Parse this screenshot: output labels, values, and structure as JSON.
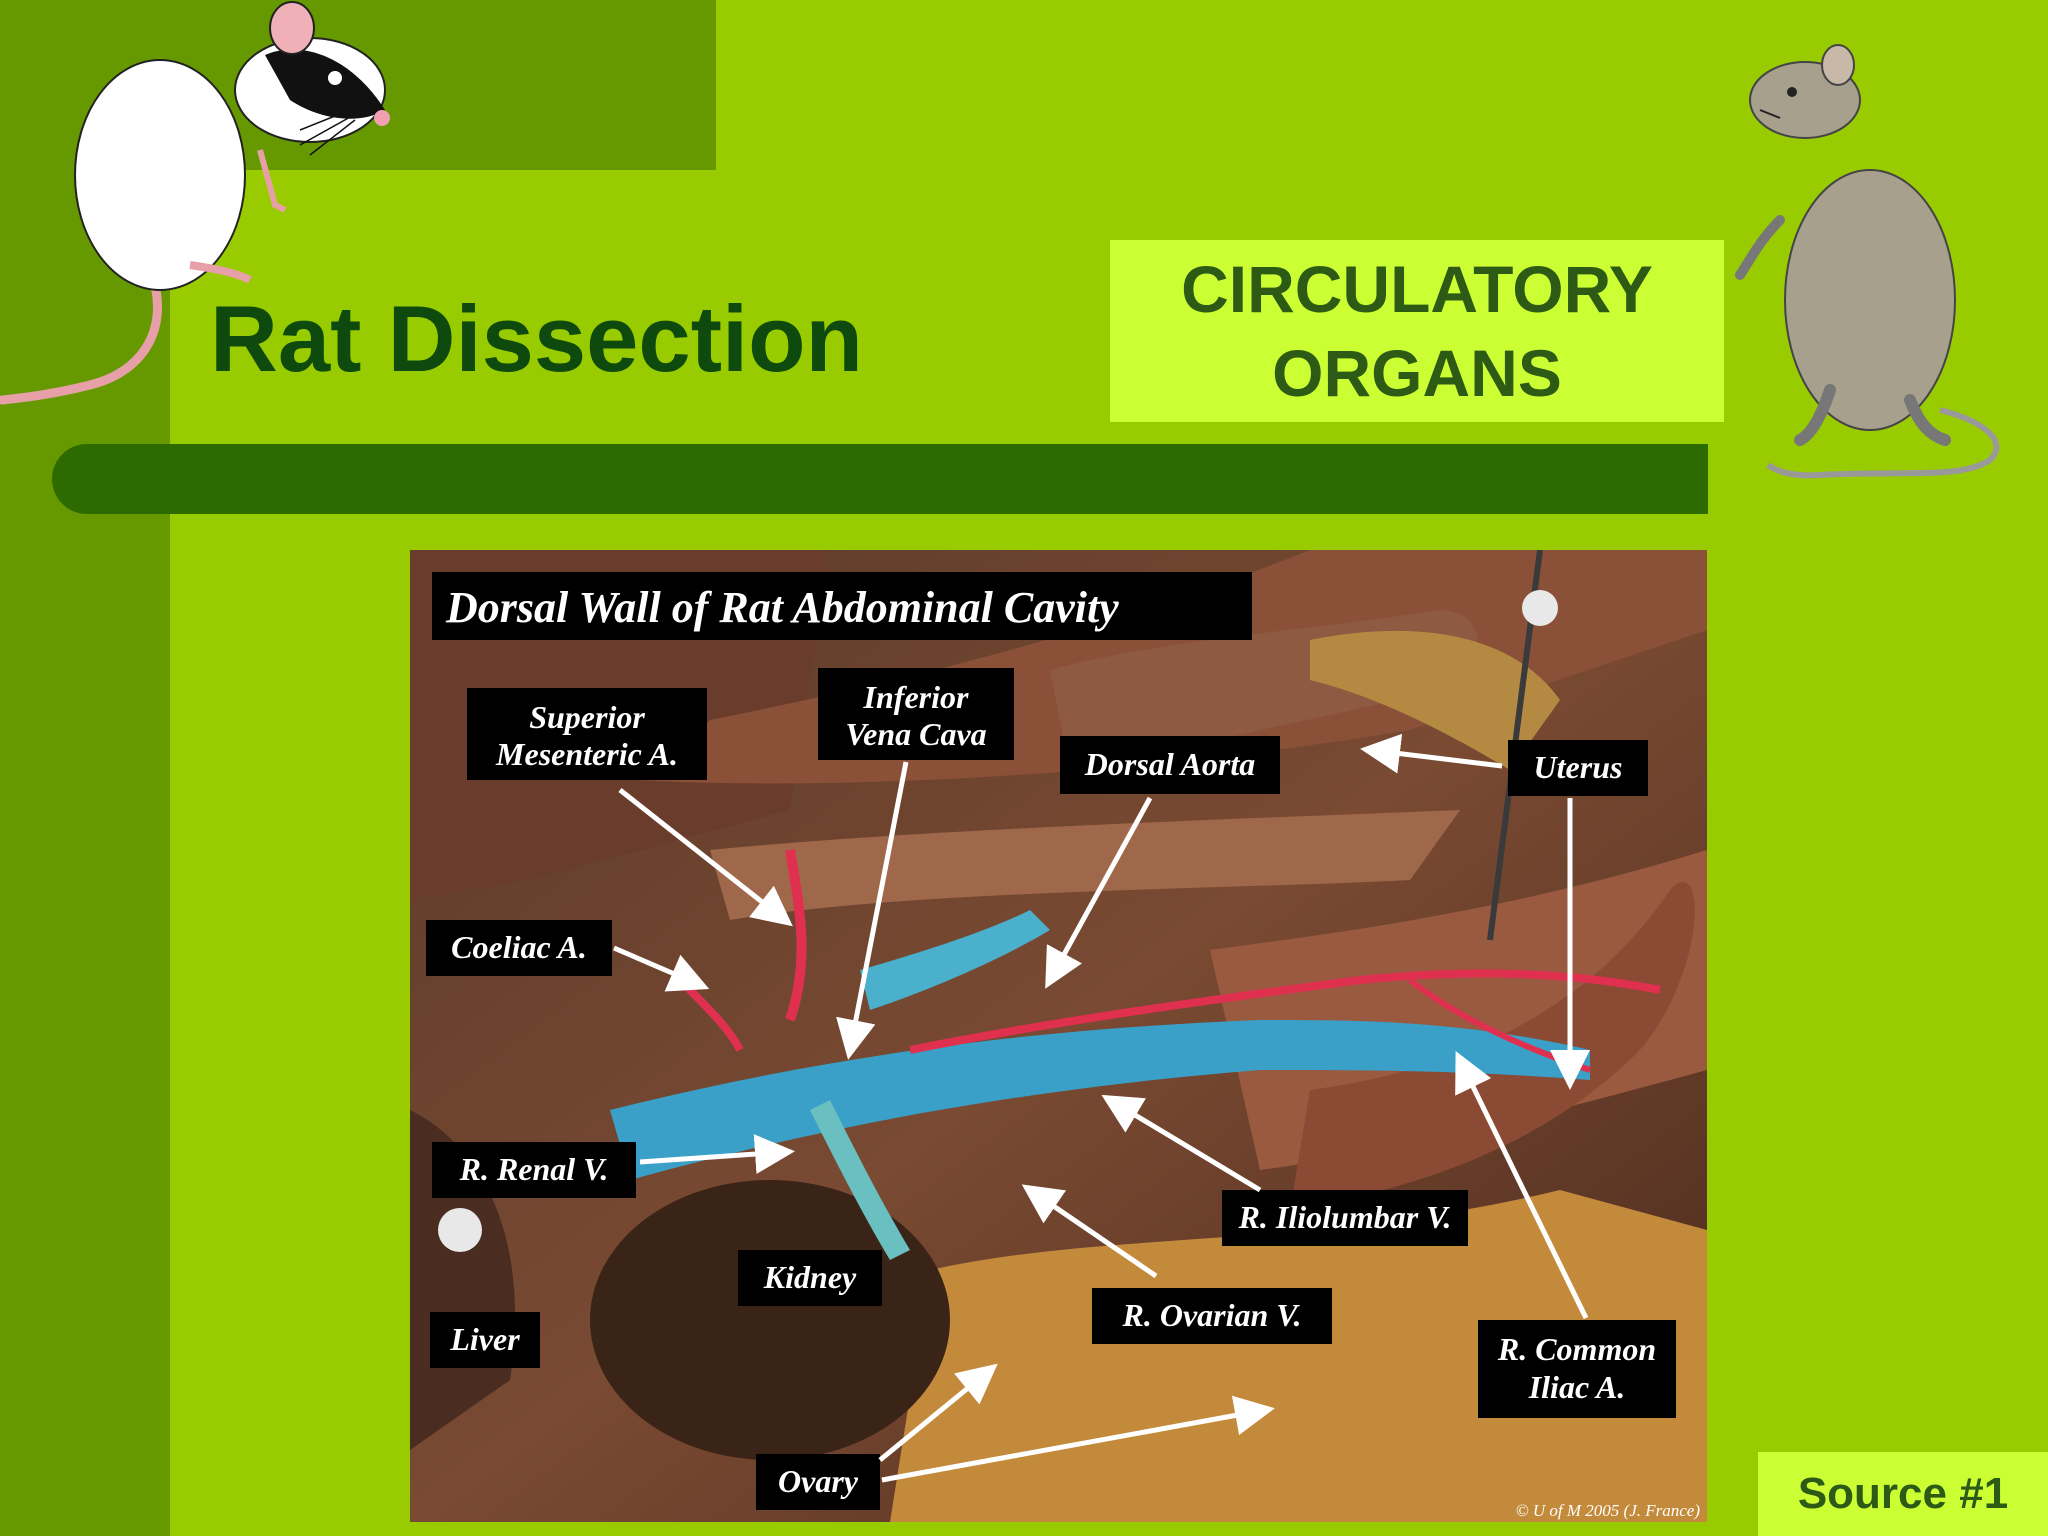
{
  "slide": {
    "title": "Rat Dissection",
    "subtitle_line1": "CIRCULATORY",
    "subtitle_line2": "ORGANS",
    "source": "Source #1"
  },
  "photo": {
    "title": "Dorsal Wall of Rat Abdominal Cavity",
    "credit": "© U of M 2005 (J. France)",
    "labels": {
      "superior_mesenteric_1": "Superior",
      "superior_mesenteric_2": "Mesenteric A.",
      "inferior_vena_cava_1": "Inferior",
      "inferior_vena_cava_2": "Vena Cava",
      "dorsal_aorta": "Dorsal Aorta",
      "uterus": "Uterus",
      "coeliac": "Coeliac A.",
      "renal_vein": "R. Renal V.",
      "iliolumbar": "R. Iliolumbar V.",
      "kidney": "Kidney",
      "ovarian_vein": "R. Ovarian V.",
      "liver": "Liver",
      "common_iliac_1": "R. Common",
      "common_iliac_2": "Iliac A.",
      "ovary": "Ovary"
    }
  },
  "colors": {
    "background": "#99cc00",
    "dark_bar": "#669900",
    "divider": "#2d6a00",
    "title": "#0e4a0e",
    "subtitle_box": "#ccff33",
    "subtitle_text": "#2d5a14"
  }
}
